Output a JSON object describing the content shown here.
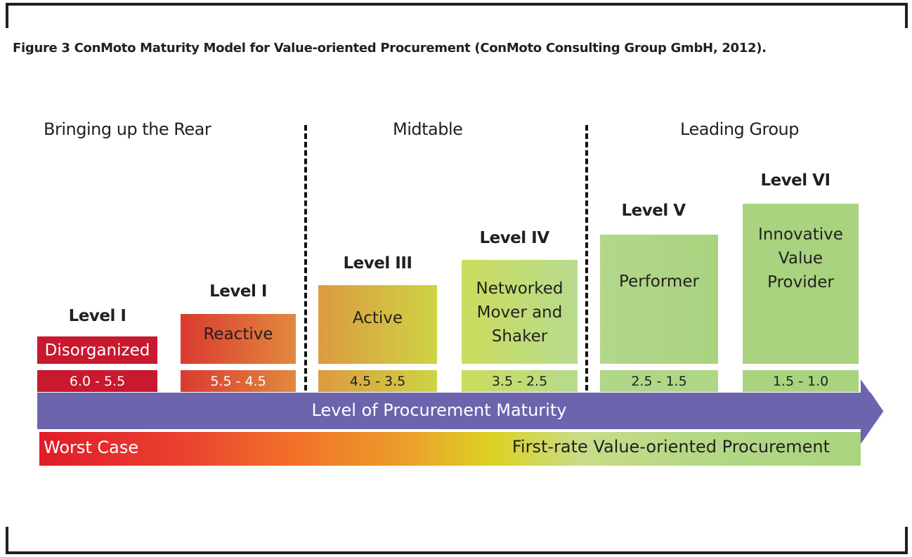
{
  "caption": "Figure 3 ConMoto Maturity Model for Value-oriented Procurement (ConMoto Consulting Group GmbH, 2012).",
  "groups": [
    "Bringing up the Rear",
    "Midtable",
    "Leading Group"
  ],
  "levels": [
    {
      "level": "Level I",
      "name": "Disorganized",
      "range": "6.0 - 5.5"
    },
    {
      "level": "Level I",
      "name": "Reactive",
      "range": "5.5 - 4.5"
    },
    {
      "level": "Level III",
      "name": "Active",
      "range": "4.5 - 3.5"
    },
    {
      "level": "Level IV",
      "name": "Networked Mover and Shaker",
      "range": "3.5 - 2.5"
    },
    {
      "level": "Level V",
      "name": "Performer",
      "range": "2.5 - 1.5"
    },
    {
      "level": "Level VI",
      "name": "Innovative Value Provider",
      "range": "1.5 - 1.0"
    }
  ],
  "arrow_label": "Level of Procurement Maturity",
  "scale": {
    "left": "Worst Case",
    "right": "First-rate Value-oriented Procurement"
  },
  "colors": {
    "arrow": "#6c64ad",
    "red": "#c8192f",
    "green": "#abd47f"
  }
}
